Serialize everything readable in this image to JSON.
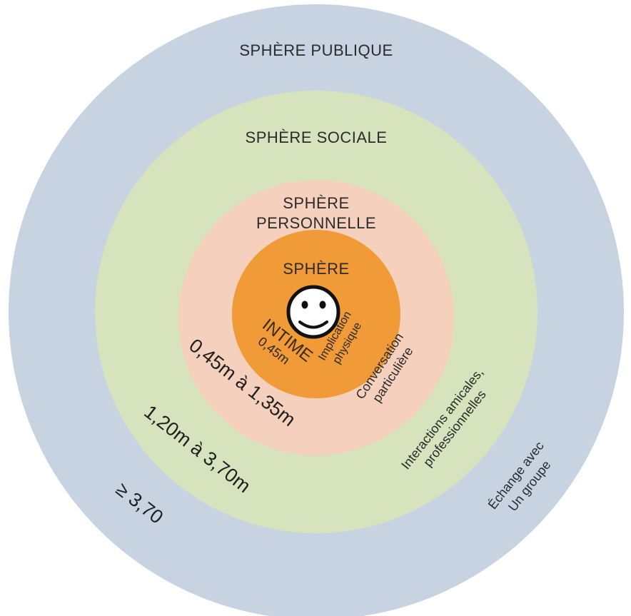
{
  "colors": {
    "public": "#c8d3e2",
    "public_stroke": "#9aa8bd",
    "social": "#d6e3bc",
    "social_stroke": "#b9c7a0",
    "personal": "#f5d1bd",
    "personal_stroke": "#e0b39a",
    "intimate": "#f09a38",
    "intimate_stroke": "#d9822a",
    "face": "#ffffff"
  },
  "icons": {
    "center": "smiley-face-icon"
  },
  "zones": {
    "public": {
      "title": "SPHÈRE PUBLIQUE",
      "distance": "≥ 3,70",
      "description_line1": "Échange avec",
      "description_line2": "Un groupe"
    },
    "social": {
      "title": "SPHÈRE SOCIALE",
      "distance": "1,20m à 3,70m",
      "description_line1": "Interactions amicales,",
      "description_line2": "professionnelles"
    },
    "personal": {
      "title_line1": "SPHÈRE",
      "title_line2": "PERSONNELLE",
      "distance": "0,45m à 1,35m",
      "description_line1": "Conversation",
      "description_line2": "particulière"
    },
    "intimate": {
      "title_line1": "SPHÈRE",
      "title_line2": "INTIME",
      "distance": "0,45m",
      "description_line1": "Implication",
      "description_line2": "physique"
    }
  }
}
